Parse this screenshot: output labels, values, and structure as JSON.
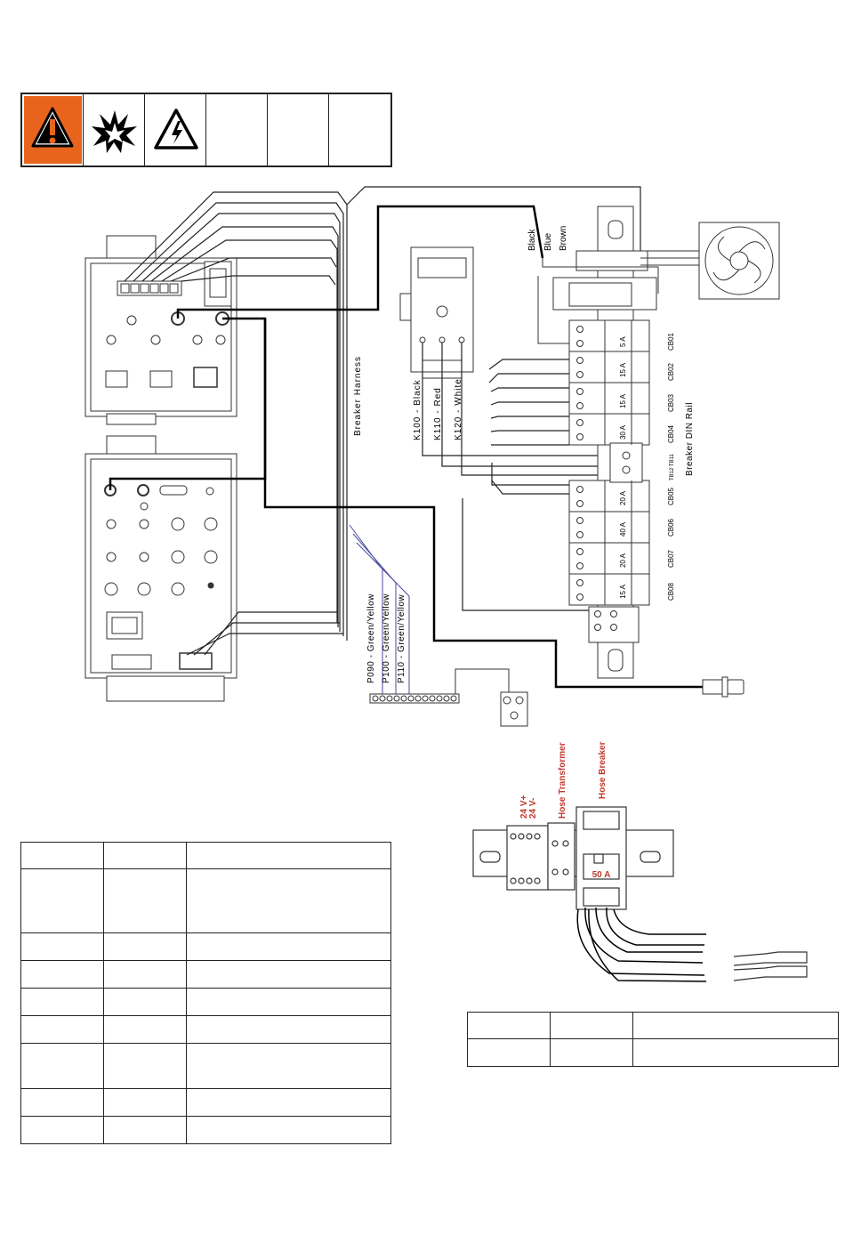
{
  "warning_symbols": [
    {
      "icon": "warning-icon",
      "color": "#e8641c"
    },
    {
      "icon": "explosion-icon"
    },
    {
      "icon": "electric-shock-icon"
    },
    {
      "icon": ""
    },
    {
      "icon": ""
    },
    {
      "icon": ""
    }
  ],
  "diagram": {
    "harness_label": "Breaker Harness",
    "wire_colors": [
      "Black",
      "Blue",
      "Brown"
    ],
    "contactor_wires": [
      "K100 - Black",
      "K110 - Red",
      "K120 - White"
    ],
    "ground_wires": [
      "P090 - Green/Yellow",
      "P100 - Green/Yellow",
      "P110 - Green/Yellow"
    ],
    "din_rail_label": "Breaker DIN Rail",
    "terminal_label": "TB12  TB11",
    "breakers": [
      {
        "id": "CB01",
        "rating": "5 A"
      },
      {
        "id": "CB02",
        "rating": "15 A"
      },
      {
        "id": "CB03",
        "rating": "15 A"
      },
      {
        "id": "CB04",
        "rating": "30 A"
      },
      {
        "id": "CB05",
        "rating": "20 A"
      },
      {
        "id": "CB06",
        "rating": "40 A"
      },
      {
        "id": "CB07",
        "rating": "20 A"
      },
      {
        "id": "CB08",
        "rating": "15 A"
      }
    ]
  },
  "detail": {
    "label_24v_plus": "24 V+",
    "label_24v_minus": "24 V-",
    "hose_transformer": "Hose Transformer",
    "hose_breaker": "Hose Breaker",
    "breaker_rating": "50 A",
    "accent_color": "#c0392b"
  },
  "left_table": {
    "rows": 9,
    "cols": 3
  },
  "right_table": {
    "rows": 2,
    "cols": 3
  }
}
